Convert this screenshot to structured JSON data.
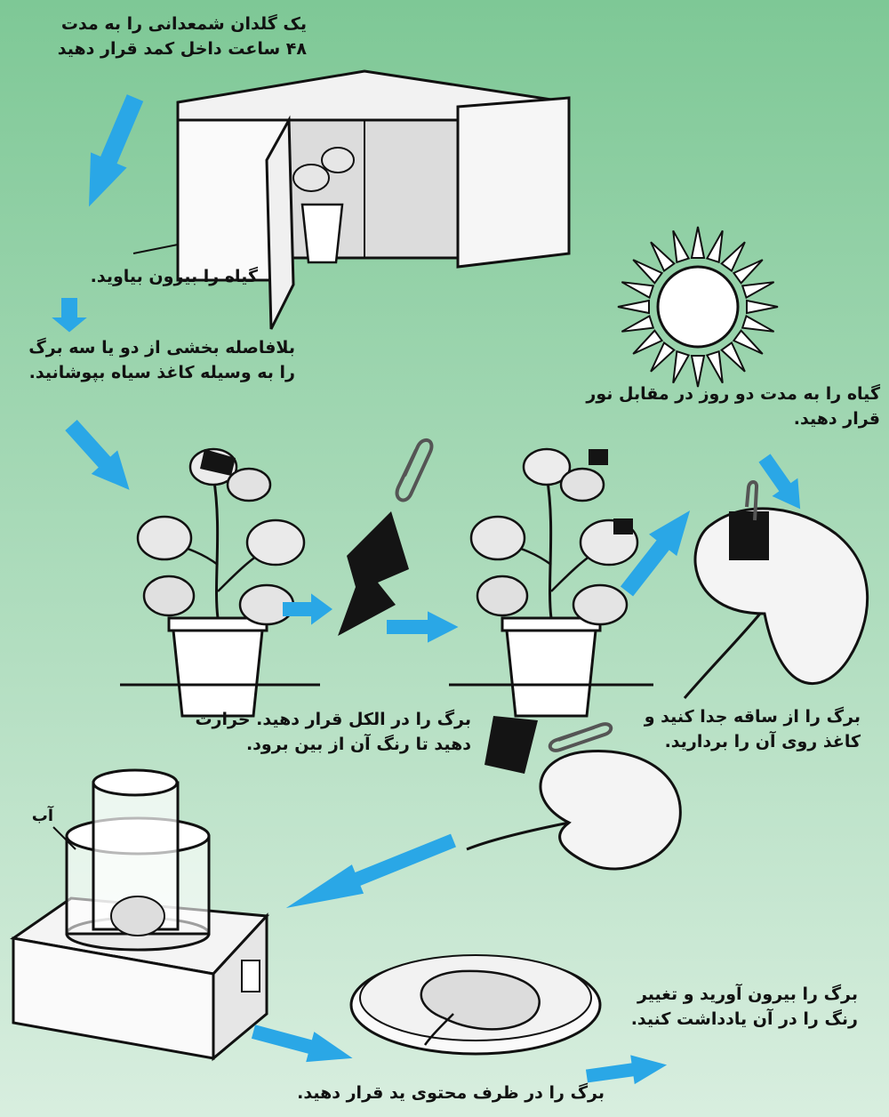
{
  "colors": {
    "background_top": "#7ec896",
    "background_bottom": "#d8eedf",
    "arrow": "#2aa7e6",
    "ink": "#111111",
    "black_paper": "#141414"
  },
  "steps": {
    "s1": {
      "line1": "یک گلدان شمعدانی را به مدت",
      "line2": "۴۸ ساعت داخل کمد قرار دهید"
    },
    "s2": {
      "line1": "گیاه را بیرون بیاوید."
    },
    "s3": {
      "line1": "بلافاصله بخشی از دو یا سه برگ",
      "line2": "را به وسیله کاغذ سیاه بپوشانید."
    },
    "s4": {
      "line1": "گیاه را به مدت دو روز در مقابل نور",
      "line2": "قرار دهید."
    },
    "s5": {
      "line1": "برگ را از ساقه جدا کنید و",
      "line2": "کاغذ روی  آن را بردارید."
    },
    "s6": {
      "line1": "برگ را در الکل قرار دهید. حرارت",
      "line2": "دهید تا رنگ آن از بین برود."
    },
    "s7": {
      "line1": "برگ را در ظرف محتوی ید قرار دهید."
    },
    "s8": {
      "line1": "برگ را بیرون آورید و تغییر",
      "line2": "رنگ را در آن یادداشت کنید."
    }
  },
  "water_label": "آب",
  "icons": [
    "cabinet-icon",
    "potted-plant-icon",
    "sun-icon",
    "paper-clip-icon",
    "black-paper-icon",
    "leaf-icon",
    "heater-beaker-icon",
    "petri-dish-icon",
    "arrow-icon"
  ]
}
